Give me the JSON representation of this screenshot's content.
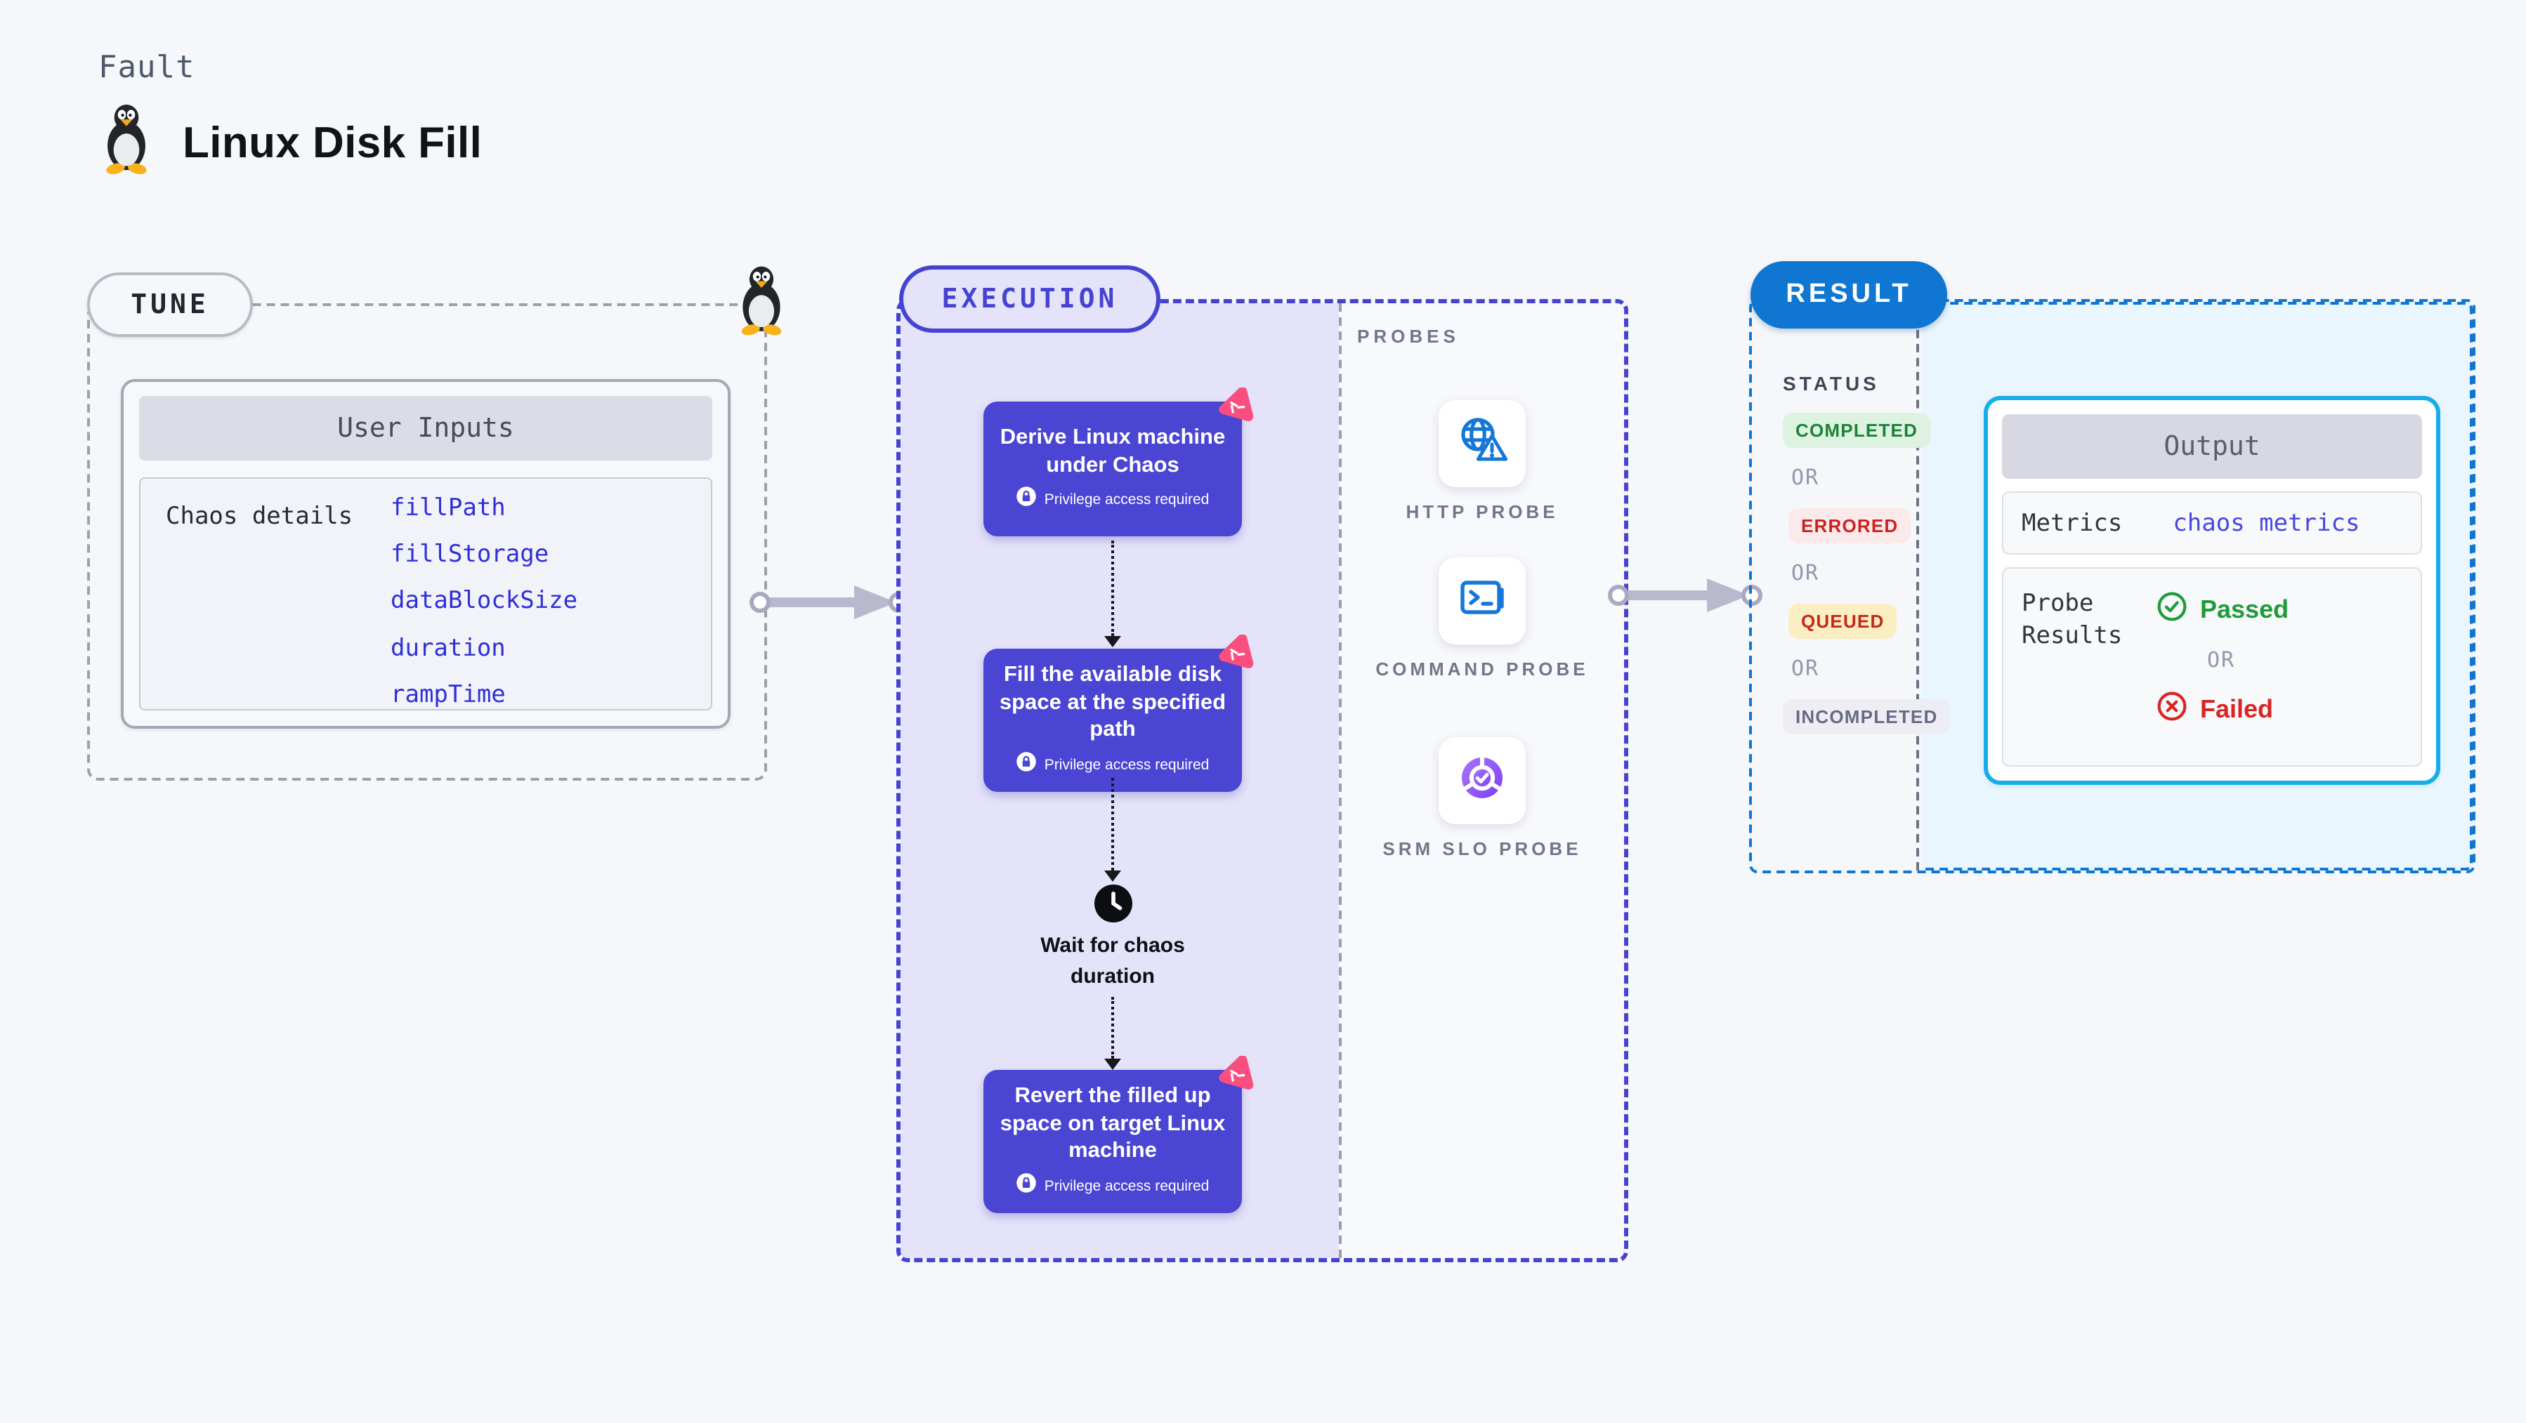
{
  "header": {
    "kicker": "Fault",
    "title": "Linux Disk Fill"
  },
  "tune": {
    "badge": "TUNE",
    "card_title": "User Inputs",
    "row_label": "Chaos details",
    "params": [
      "fillPath",
      "fillStorage",
      "dataBlockSize",
      "duration",
      "rampTime"
    ]
  },
  "execution": {
    "badge": "EXECUTION",
    "privilege_label": "Privilege access required",
    "steps": [
      {
        "title": "Derive Linux machine under Chaos"
      },
      {
        "title": "Fill the available disk space at the specified path"
      },
      {
        "title": "Revert the filled up space on target Linux machine"
      }
    ],
    "wait_label": "Wait for chaos duration"
  },
  "probes": {
    "label": "PROBES",
    "items": [
      "HTTP PROBE",
      "COMMAND PROBE",
      "SRM SLO PROBE"
    ]
  },
  "result": {
    "badge": "RESULT",
    "status_label": "STATUS",
    "or": "OR",
    "statuses": [
      {
        "label": "COMPLETED"
      },
      {
        "label": "ERRORED"
      },
      {
        "label": "QUEUED"
      },
      {
        "label": "INCOMPLETED"
      }
    ],
    "output": {
      "header": "Output",
      "metrics_label": "Metrics",
      "metrics_value": "chaos metrics",
      "probe_results_label": "Probe Results",
      "passed": "Passed",
      "or": "OR",
      "failed": "Failed"
    }
  },
  "colors": {
    "indigo": "#4643d3",
    "indigo2": "#4a45d3",
    "blue": "#0f76d2",
    "cyan": "#15aee8",
    "pink": "#fa4e7f",
    "green": "#1e9c3a",
    "red": "#da2424",
    "arrow": "#b9b9cd",
    "probe_icon_blue": "#1577d6"
  }
}
